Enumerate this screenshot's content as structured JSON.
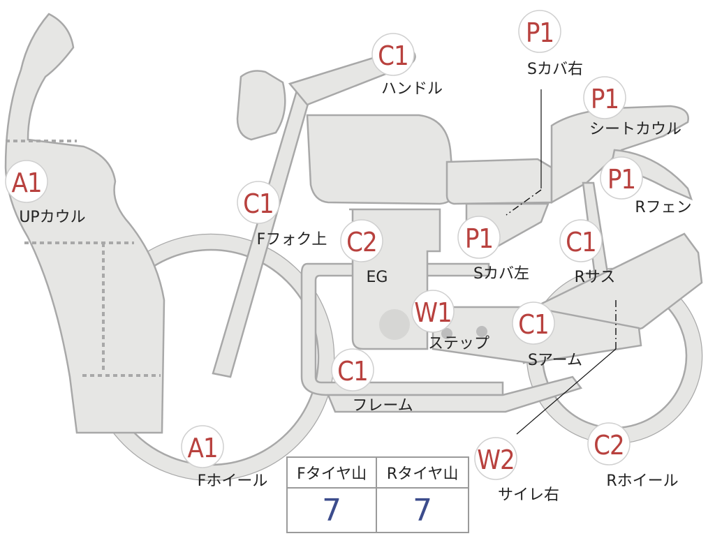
{
  "parts": [
    {
      "id": "up-cowl",
      "code": "A1",
      "label": "UPカウル"
    },
    {
      "id": "f-wheel",
      "code": "A1",
      "label": "Fホイール"
    },
    {
      "id": "f-fork-upper",
      "code": "C1",
      "label": "Fフォク上"
    },
    {
      "id": "handle",
      "code": "C1",
      "label": "ハンドル"
    },
    {
      "id": "engine",
      "code": "C2",
      "label": "EG"
    },
    {
      "id": "frame",
      "code": "C1",
      "label": "フレーム"
    },
    {
      "id": "step",
      "code": "W1",
      "label": "ステップ"
    },
    {
      "id": "s-cover-left",
      "code": "P1",
      "label": "Sカバ左"
    },
    {
      "id": "s-cover-right",
      "code": "P1",
      "label": "Sカバ右"
    },
    {
      "id": "seat-cowl",
      "code": "P1",
      "label": "シートカウル"
    },
    {
      "id": "r-fender",
      "code": "P1",
      "label": "Rフェン"
    },
    {
      "id": "r-suspension",
      "code": "C1",
      "label": "Rサス"
    },
    {
      "id": "swing-arm",
      "code": "C1",
      "label": "Sアーム"
    },
    {
      "id": "muffler-right",
      "code": "W2",
      "label": "サイレ右"
    },
    {
      "id": "r-wheel",
      "code": "C2",
      "label": "Rホイール"
    }
  ],
  "tire_table": {
    "headers": [
      "Fタイヤ山",
      "Rタイヤ山"
    ],
    "values": [
      "7",
      "7"
    ]
  },
  "colors": {
    "code_text": "#b8413e",
    "part_fill": "#e6e6e4",
    "part_outline": "#a8a8a8",
    "tire_value": "#3c4c8c"
  }
}
